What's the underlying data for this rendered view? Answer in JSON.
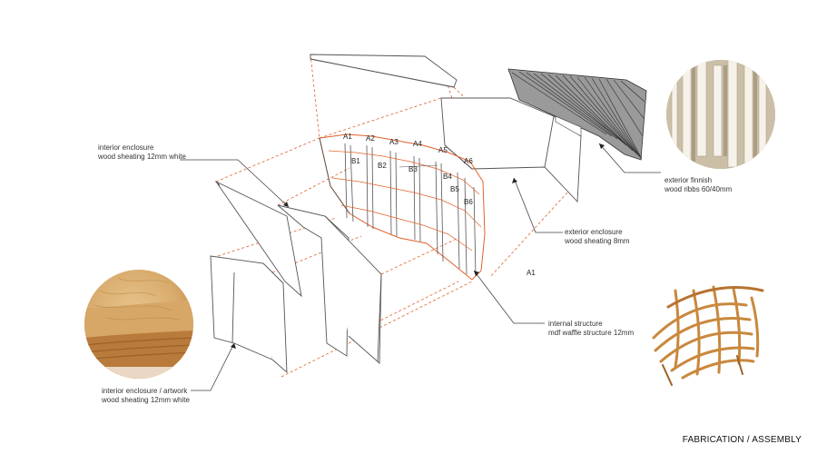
{
  "labels": {
    "interior_enclosure": [
      "interior enclosure",
      "wood sheating 12mm white"
    ],
    "interior_artwork": [
      "interior enclosure / artwork",
      "wood sheating 12mm white"
    ],
    "exterior_finish": [
      "exterior finnish",
      "wood ribbs 60/40mm"
    ],
    "exterior_enclosure": [
      "exterior enclosure",
      "wood sheating 8mm"
    ],
    "internal_structure": [
      "internal structure",
      "mdf waffle structure 12mm"
    ]
  },
  "rib_tags": {
    "a": [
      "A1",
      "A2",
      "A3",
      "A4",
      "A5",
      "A6"
    ],
    "b": [
      "B1",
      "B2",
      "B3",
      "B4",
      "B5",
      "B6"
    ]
  },
  "loose_tag": "A1",
  "footer": "FABRICATION / ASSEMBLY",
  "colors": {
    "line": "#555555",
    "accent": "#e0612a",
    "wood": "#d9a866"
  }
}
